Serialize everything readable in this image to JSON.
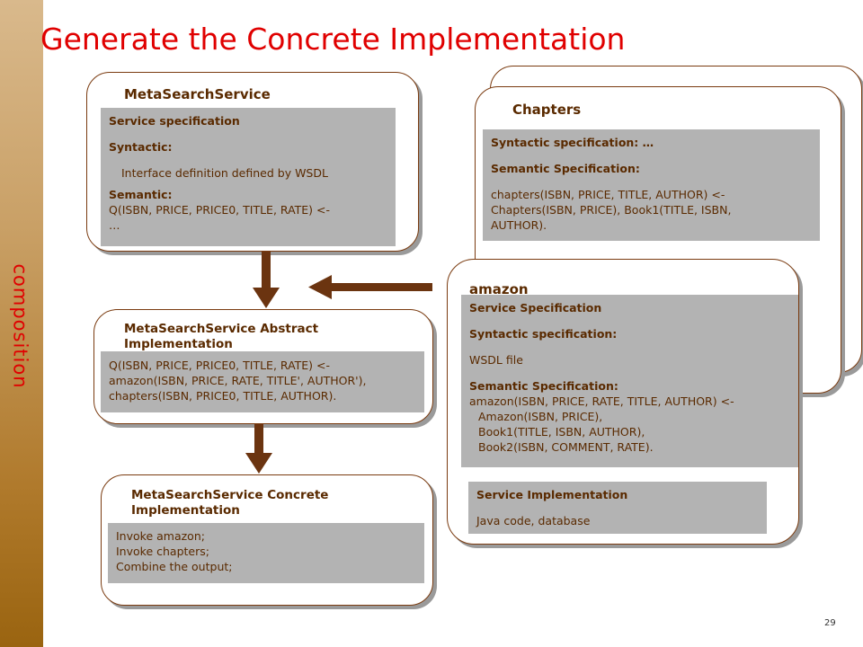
{
  "slide": {
    "title": "Generate the Concrete Implementation",
    "side_label": "composition",
    "page_number": "29"
  },
  "meta_search_service": {
    "header": "MetaSearchService",
    "spec_title": "Service specification",
    "syntactic_label": "Syntactic:",
    "syntactic_text": "Interface definition defined by WSDL",
    "semantic_label": "Semantic:",
    "semantic_line1": "Q(ISBN, PRICE, PRICE0, TITLE, RATE) <-",
    "semantic_line2": "…"
  },
  "abstract_impl": {
    "header_line1": "MetaSearchService Abstract",
    "header_line2": "Implementation",
    "line1": "Q(ISBN, PRICE, PRICE0, TITLE, RATE) <-",
    "line2": "amazon(ISBN, PRICE, RATE, TITLE', AUTHOR'),",
    "line3": "chapters(ISBN, PRICE0, TITLE, AUTHOR)."
  },
  "concrete_impl": {
    "header_line1": "MetaSearchService Concrete",
    "header_line2": "Implementation",
    "line1": "Invoke amazon;",
    "line2": "Invoke chapters;",
    "line3": "Combine the output;"
  },
  "chapters": {
    "header": "Chapters",
    "syntactic": "Syntactic specification: …",
    "semantic_label": "Semantic Specification:",
    "line1": "chapters(ISBN, PRICE, TITLE, AUTHOR) <-",
    "line2": "Chapters(ISBN, PRICE), Book1(TITLE, ISBN,",
    "line3": "AUTHOR)."
  },
  "amazon": {
    "header": "amazon",
    "spec_title": "Service Specification",
    "syntactic_label": "Syntactic specification:",
    "syntactic_text": "WSDL file",
    "semantic_label": "Semantic Specification:",
    "line1": "amazon(ISBN, PRICE, RATE, TITLE, AUTHOR) <-",
    "line2": "Amazon(ISBN, PRICE),",
    "line3": "Book1(TITLE, ISBN, AUTHOR),",
    "line4": "Book2(ISBN, COMMENT, RATE).",
    "impl_title": "Service Implementation",
    "impl_text": "Java code, database"
  },
  "colors": {
    "title": "#e00000",
    "text": "#5a2a00",
    "box_border": "#7a3b10",
    "gray_panel": "#b3b3b3",
    "arrow": "#6b3410"
  }
}
